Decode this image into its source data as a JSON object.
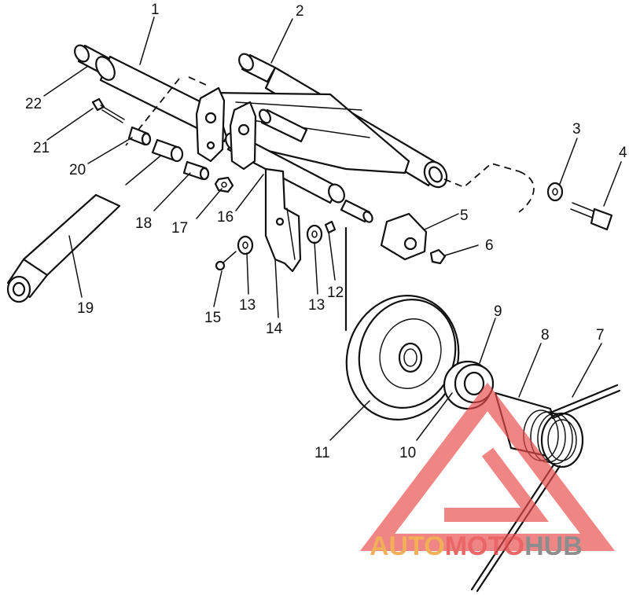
{
  "labels": {
    "l1": "1",
    "l2": "2",
    "l3": "3",
    "l4": "4",
    "l5": "5",
    "l6": "6",
    "l7": "7",
    "l8": "8",
    "l9": "9",
    "l10": "10",
    "l11": "11",
    "l12": "12",
    "l13a": "13",
    "l13b": "13",
    "l14": "14",
    "l15": "15",
    "l16": "16",
    "l17": "17",
    "l18": "18",
    "l19": "19",
    "l20": "20",
    "l21": "21",
    "l22": "22"
  },
  "watermark": {
    "part1": "AUTO",
    "part2": "MOTO",
    "part3": "HUB",
    "colors": {
      "red": "#e84c4c",
      "orange": "#f2a23a",
      "gray": "#7a7a7a"
    }
  }
}
